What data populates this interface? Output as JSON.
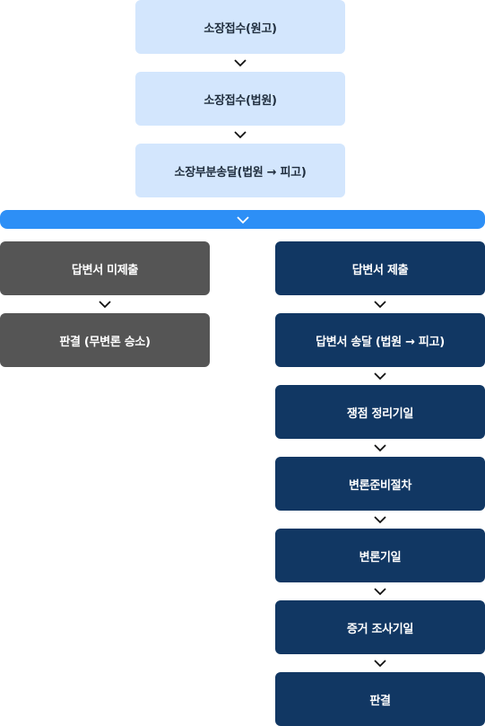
{
  "top_steps": [
    {
      "label": "소장접수(원고)"
    },
    {
      "label": "소장접수(법원)"
    },
    {
      "label": "소장부분송달(법원 → 피고)"
    }
  ],
  "left_branch": [
    {
      "label": "답변서 미제출"
    },
    {
      "label": "판결 (무변론 승소)"
    }
  ],
  "right_branch": [
    {
      "label": "답변서 제출"
    },
    {
      "label": "답변서 송달 (법원 → 피고)"
    },
    {
      "label": "쟁점 정리기일"
    },
    {
      "label": "변론준비절차"
    },
    {
      "label": "변론기일"
    },
    {
      "label": "증거 조사기일"
    },
    {
      "label": "판결"
    }
  ],
  "icons": {
    "connector": "chevron-down-icon"
  },
  "colors": {
    "top_box": "#d3e6fd",
    "split_banner": "#2d8ff6",
    "left_box": "#555555",
    "right_box": "#113763"
  }
}
